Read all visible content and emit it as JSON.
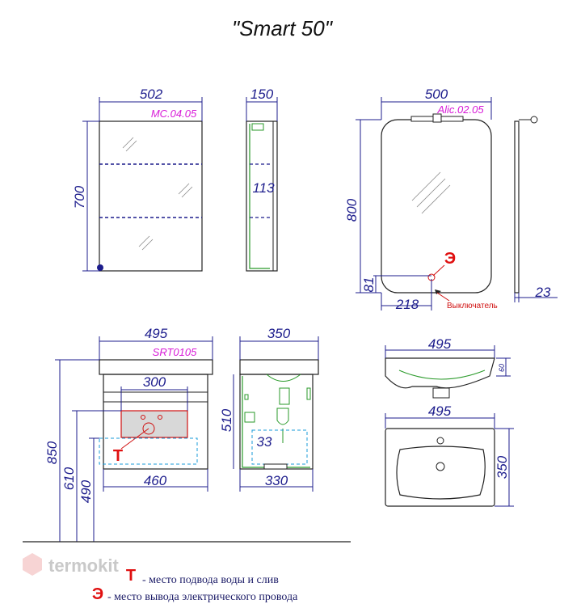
{
  "title": "\"Smart 50\"",
  "mirror_cabinet": {
    "code": "MC.04.05",
    "width": "502",
    "height": "700",
    "depth": "150",
    "shelf": "113"
  },
  "mirror": {
    "code": "Alic.02.05",
    "width": "500",
    "height": "800",
    "bottom": "81",
    "offset": "218",
    "depth": "23",
    "switch_label": "Выключатель",
    "elec_symbol": "Э"
  },
  "vanity": {
    "code": "SRT0105",
    "top_width": "495",
    "niche_width": "300",
    "bottom_width": "460",
    "height_total": "850",
    "height_610": "610",
    "height_490": "490",
    "side_depth_top": "350",
    "side_depth_bottom": "330",
    "side_height": "510",
    "side_33": "33",
    "water_symbol": "Т"
  },
  "sink": {
    "width_top": "495",
    "height_side": "60",
    "width_plan": "495",
    "depth_plan": "350"
  },
  "legend": {
    "water_symbol": "Т",
    "water_text": "- место подвода воды и слив",
    "elec_symbol": "Э",
    "elec_text": "- место вывода электрического провода"
  },
  "brand": "termokit",
  "colors": {
    "dimension": "#1c1c8c",
    "code_label": "#d81bd8",
    "marker": "#e01010",
    "outline": "#222222"
  }
}
